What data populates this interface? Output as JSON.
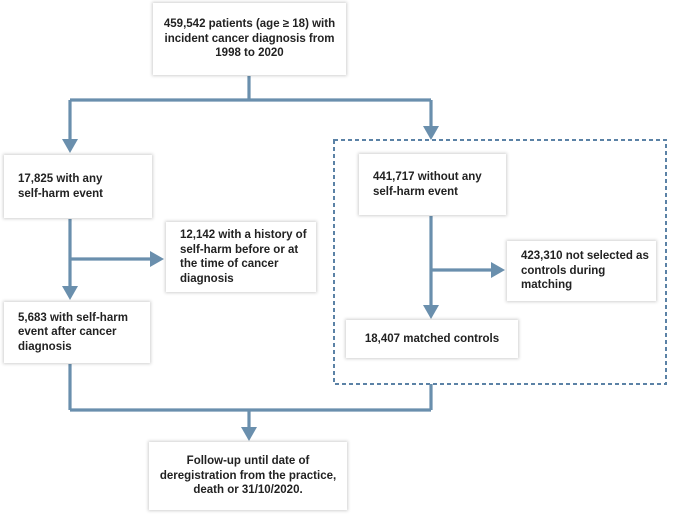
{
  "nodes": {
    "root": {
      "lines": [
        "459,542 patients (age ≥ 18) with",
        "incident cancer diagnosis from",
        "1998 to 2020"
      ]
    },
    "any_selfharm": {
      "lines": [
        "17,825 with any",
        "self-harm event"
      ]
    },
    "history": {
      "lines": [
        "12,142 with a history of",
        "self-harm before or at",
        "the time of cancer",
        "diagnosis"
      ]
    },
    "after_dx": {
      "lines": [
        "5,683 with self-harm",
        "event after cancer",
        "diagnosis"
      ]
    },
    "without": {
      "lines": [
        "441,717 without any",
        "self-harm event"
      ]
    },
    "not_selected": {
      "lines": [
        "423,310 not selected as",
        "controls during",
        "matching"
      ]
    },
    "matched": {
      "lines": [
        "18,407 matched controls"
      ]
    },
    "followup": {
      "lines": [
        "Follow-up until date of",
        "deregistration from the practice,",
        "death or 31/10/2020."
      ]
    }
  },
  "colors": {
    "arrow": "#6a8fad",
    "dashed_border": "#5b82a6",
    "text": "#222222"
  }
}
